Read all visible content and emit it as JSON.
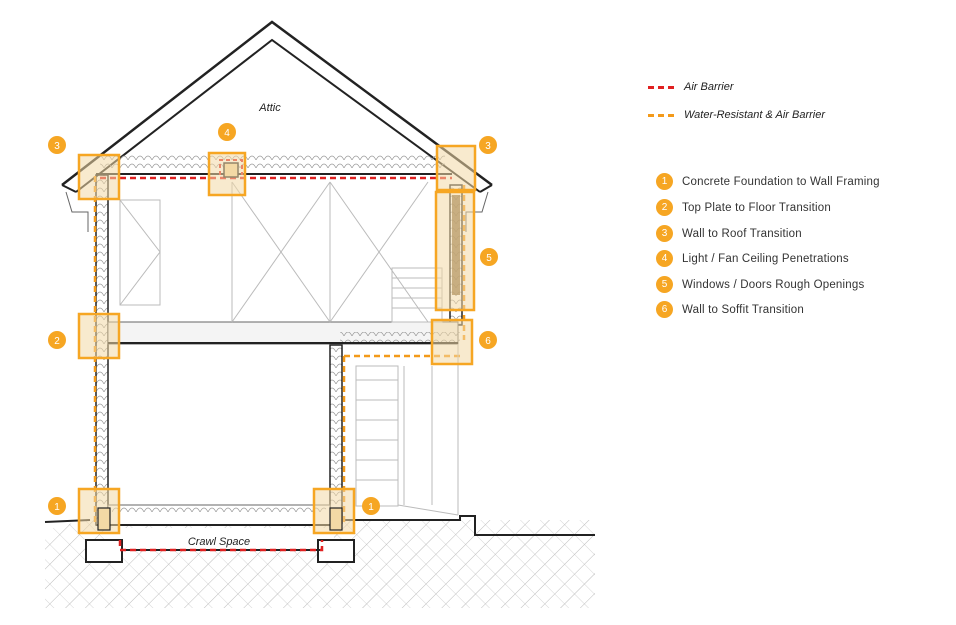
{
  "labels": {
    "attic": "Attic",
    "crawl_space": "Crawl Space"
  },
  "legend": {
    "air_barrier": "Air Barrier",
    "water_resistant": "Water-Resistant & Air Barrier",
    "items": [
      {
        "num": "1",
        "label": "Concrete Foundation to Wall Framing"
      },
      {
        "num": "2",
        "label": "Top Plate to Floor  Transition"
      },
      {
        "num": "3",
        "label": "Wall to Roof Transition"
      },
      {
        "num": "4",
        "label": "Light / Fan Ceiling Penetrations"
      },
      {
        "num": "5",
        "label": "Windows / Doors Rough Openings"
      },
      {
        "num": "6",
        "label": "Wall to Soffit  Transition"
      }
    ]
  },
  "markers": [
    "3",
    "4",
    "3",
    "5",
    "2",
    "6",
    "1",
    "1"
  ],
  "colors": {
    "accent_orange": "#f6a623",
    "air_barrier_red": "#e02020",
    "water_barrier_orange": "#f39a1a",
    "highlight_fill": "#f3d9a5"
  }
}
